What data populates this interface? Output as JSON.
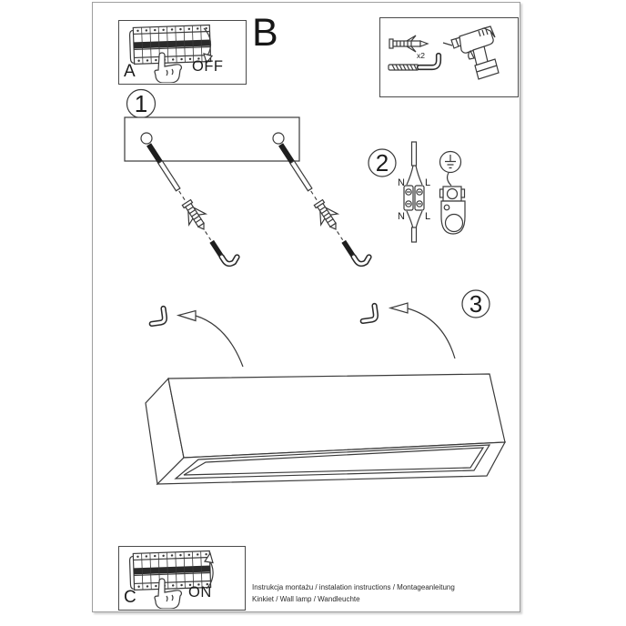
{
  "colors": {
    "line": "#3a3a3a",
    "page_border": "#9e9e9e",
    "dark_fill": "#1e1e1e",
    "background": "#ffffff"
  },
  "section_a": {
    "label": "A",
    "switch_state": "OFF"
  },
  "section_b": {
    "label": "B"
  },
  "section_c": {
    "label": "C",
    "switch_state": "ON"
  },
  "tools": {
    "anchor_qty": "x2"
  },
  "steps": [
    {
      "number": "1"
    },
    {
      "number": "2",
      "wire_labels": {
        "n_top": "N",
        "l_top": "L",
        "n_bottom": "N",
        "l_bottom": "L"
      }
    },
    {
      "number": "3"
    }
  ],
  "footer": {
    "line1": "Instrukcja montażu / instalation instructions / Montageanleitung",
    "line2": "Kinkiet / Wall lamp / Wandleuchte"
  }
}
